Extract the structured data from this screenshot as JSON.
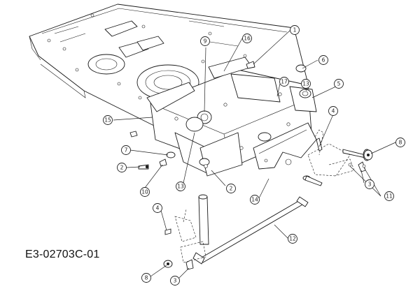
{
  "diagram": {
    "code": "E3-02703C-01",
    "callouts": [
      "1",
      "2",
      "2",
      "3",
      "3",
      "4",
      "4",
      "5",
      "6",
      "7",
      "8",
      "8",
      "9",
      "10",
      "11",
      "12",
      "13",
      "13",
      "14",
      "15",
      "16",
      "17"
    ]
  }
}
